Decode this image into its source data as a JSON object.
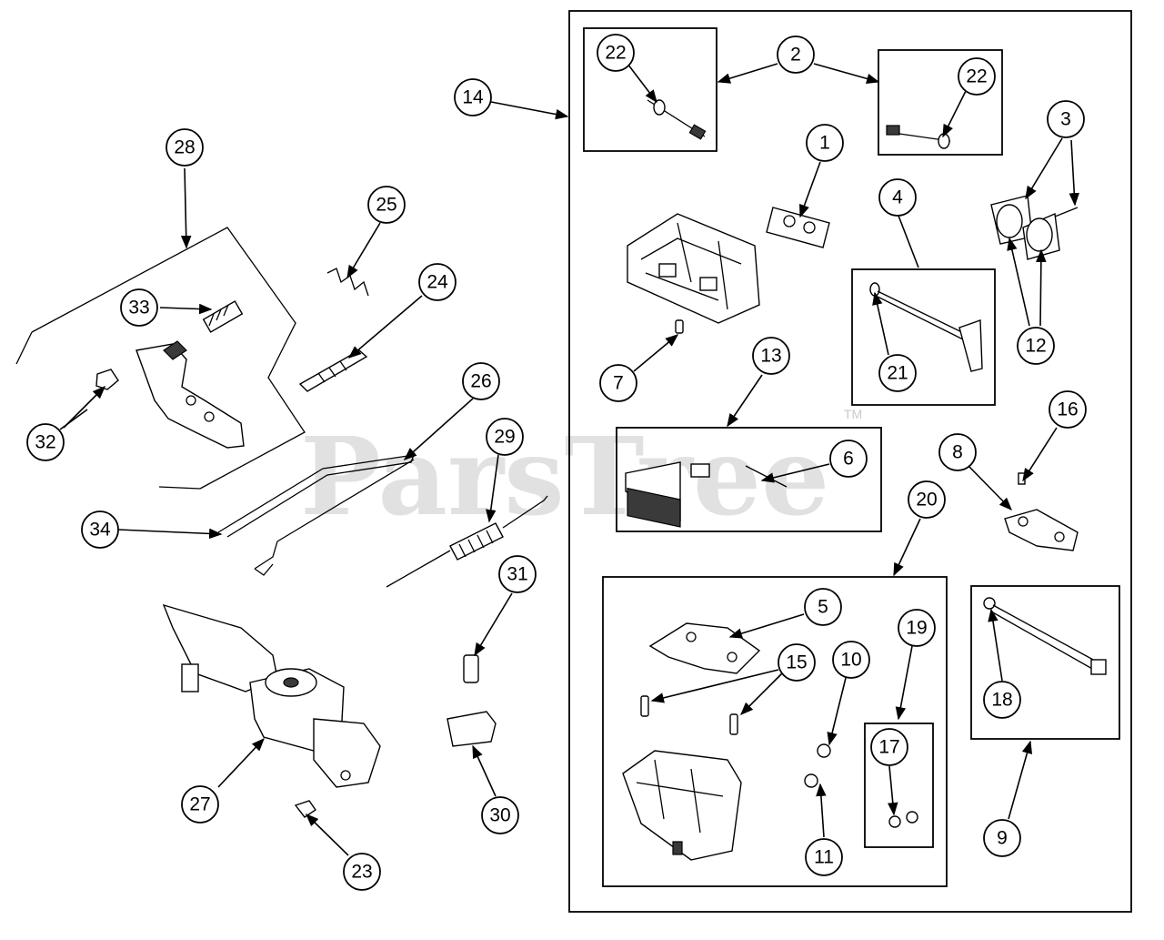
{
  "watermark": {
    "text": "ParsTree",
    "trademark": "TM",
    "color": "#c9c9c9"
  },
  "line_color": "#000000",
  "callouts": [
    "22",
    "2",
    "22",
    "14",
    "1",
    "3",
    "28",
    "25",
    "4",
    "24",
    "33",
    "12",
    "7",
    "21",
    "13",
    "26",
    "16",
    "29",
    "32",
    "6",
    "8",
    "34",
    "20",
    "31",
    "5",
    "10",
    "19",
    "15",
    "18",
    "17",
    "27",
    "30",
    "11",
    "9",
    "23"
  ],
  "icons": [
    "carburetor-body-icon",
    "governor-lever-icon",
    "spring-icon",
    "bracket-icon",
    "solenoid-icon",
    "screw-icon",
    "nut-icon",
    "link-rod-icon",
    "gasket-icon",
    "float-bowl-icon",
    "throttle-shaft-icon"
  ]
}
